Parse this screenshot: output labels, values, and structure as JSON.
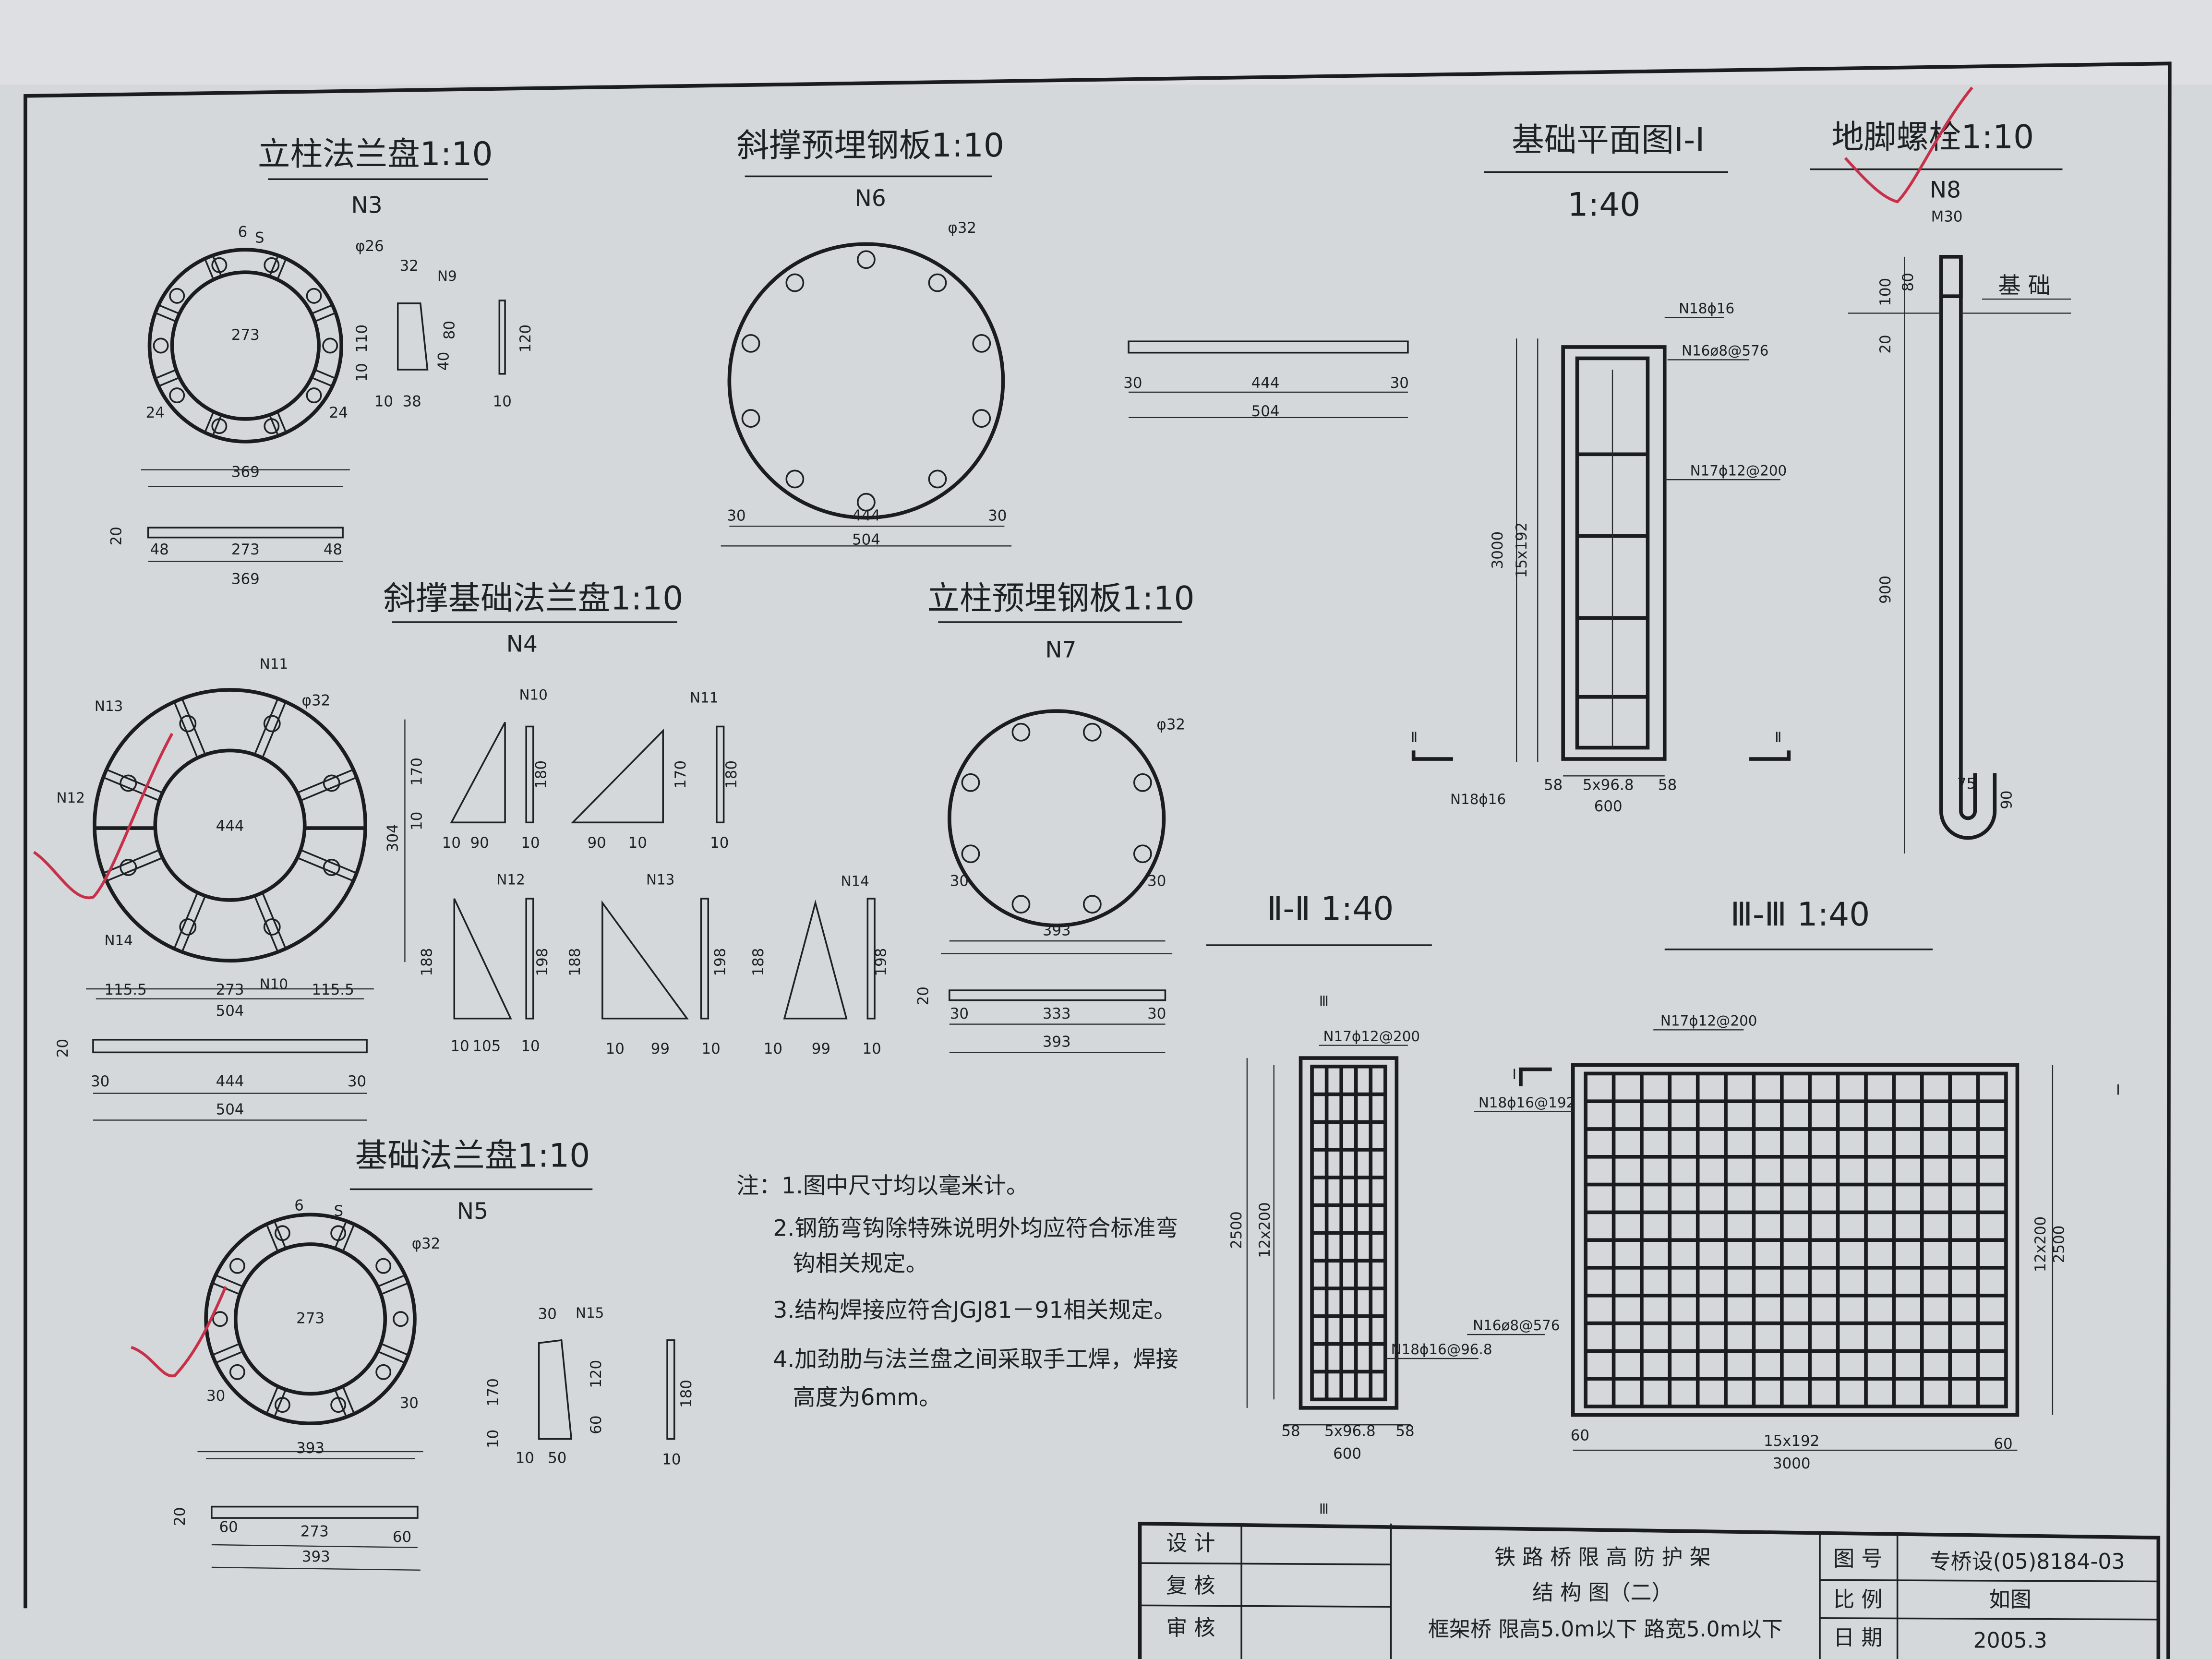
{
  "colors": {
    "paper": "#d4d8db",
    "ink": "#1e2124",
    "red_pen": "#c8304a"
  },
  "n3": {
    "title": "立柱法兰盘1:10",
    "code": "N3",
    "dims": [
      "φ26",
      "273",
      "24",
      "24",
      "369",
      "20",
      "48",
      "273",
      "48",
      "369",
      "6",
      "S"
    ],
    "rib": [
      "32",
      "N9",
      "110",
      "80",
      "40",
      "10",
      "10",
      "38",
      "120",
      "10"
    ]
  },
  "n6": {
    "title": "斜撑预埋钢板1:10",
    "code": "N6",
    "dims": [
      "φ32",
      "30",
      "444",
      "30",
      "504"
    ],
    "plate": [
      "30",
      "444",
      "30",
      "504"
    ]
  },
  "plan": {
    "title": "基础平面图Ⅰ-Ⅰ",
    "scale": "1:40",
    "labels": [
      "N18ϕ16",
      "N16ø8@576",
      "N17ϕ12@200",
      "3000",
      "15x192",
      "58",
      "5x96.8",
      "58",
      "600",
      "N18ϕ16",
      "Ⅱ",
      "Ⅱ"
    ]
  },
  "n8": {
    "title": "地脚螺栓1:10",
    "code": "N8",
    "labels": [
      "M30",
      "100",
      "80",
      "20",
      "基 础",
      "900",
      "75",
      "90"
    ]
  },
  "n4": {
    "title": "斜撑基础法兰盘1:10",
    "code": "N4",
    "dims": [
      "N11",
      "N13",
      "φ32",
      "N12",
      "444",
      "N14",
      "N10",
      "115.5",
      "273",
      "115.5",
      "504",
      "304",
      "20",
      "30",
      "444",
      "30",
      "504"
    ],
    "ribs": [
      "N10",
      "170",
      "180",
      "10",
      "10",
      "90",
      "10",
      "N11",
      "170",
      "180",
      "90",
      "10",
      "10",
      "N12",
      "188",
      "198",
      "10",
      "105",
      "10",
      "N13",
      "188",
      "198",
      "10",
      "99",
      "10",
      "N14",
      "188",
      "198",
      "10",
      "99",
      "10"
    ]
  },
  "n7": {
    "title": "立柱预埋钢板1:10",
    "code": "N7",
    "dims": [
      "φ32",
      "30",
      "30",
      "393",
      "20",
      "30",
      "333",
      "30",
      "393"
    ]
  },
  "n5": {
    "title": "基础法兰盘1:10",
    "code": "N5",
    "dims": [
      "6",
      "S",
      "φ32",
      "273",
      "30",
      "30",
      "393",
      "20",
      "60",
      "273",
      "60",
      "393"
    ],
    "rib": [
      "30",
      "N15",
      "170",
      "120",
      "60",
      "10",
      "10",
      "50",
      "180",
      "10"
    ]
  },
  "notes": {
    "lines": [
      "注：1.图中尺寸均以毫米计。",
      "2.钢筋弯钩除特殊说明外均应符合标准弯",
      "钩相关规定。",
      "3.结构焊接应符合JGJ81－91相关规定。",
      "4.加劲肋与法兰盘之间采取手工焊，焊接",
      "高度为6mm。"
    ]
  },
  "sec2": {
    "title": "Ⅱ-Ⅱ  1:40",
    "labels": [
      "Ⅲ",
      "N17ϕ12@200",
      "2500",
      "12x200",
      "N18ϕ16@96.8",
      "58",
      "5x96.8",
      "58",
      "600",
      "Ⅲ"
    ]
  },
  "sec3": {
    "title": "Ⅲ-Ⅲ  1:40",
    "labels": [
      "N17ϕ12@200",
      "Ⅰ",
      "N18ϕ16@192",
      "N16ø8@576",
      "Ⅰ",
      "12x200",
      "2500",
      "60",
      "15x192",
      "60",
      "3000"
    ]
  },
  "title_block": {
    "roles": [
      "设  计",
      "复  核",
      "审  核"
    ],
    "project": "铁 路 桥 限 高 防 护 架",
    "drawing": "结 构 图（二）",
    "spec": "框架桥 限高5.0m以下 路宽5.0m以下",
    "fields": [
      {
        "label": "图  号",
        "value": "专桥设(05)8184-03"
      },
      {
        "label": "比  例",
        "value": "如图"
      },
      {
        "label": "日  期",
        "value": "2005.3"
      }
    ]
  }
}
